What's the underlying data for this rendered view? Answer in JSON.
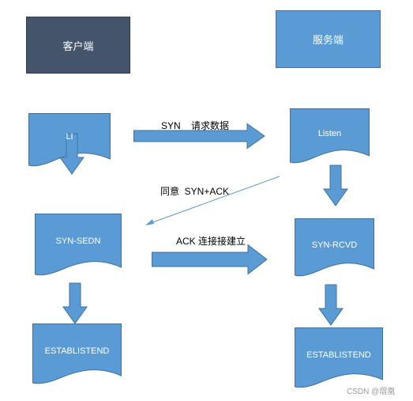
{
  "client": {
    "title": "客户端"
  },
  "server": {
    "title": "服务端"
  },
  "client_states": [
    "LI",
    "SYN-SEDN",
    "ESTABLISTEND"
  ],
  "server_states": [
    "Listen",
    "SYN-RCVD",
    "ESTABLISTEND"
  ],
  "messages": {
    "syn_request": "SYN    请求数据",
    "syn_ack": "同意  SYN+ACK",
    "ack": "ACK 连接接建立"
  },
  "watermark": "CSDN @熠凰",
  "colors": {
    "box_fill": "#5B9BD5",
    "box_stroke": "#41719C",
    "header_dark": "#44546A",
    "line": "#5B9BD5"
  }
}
